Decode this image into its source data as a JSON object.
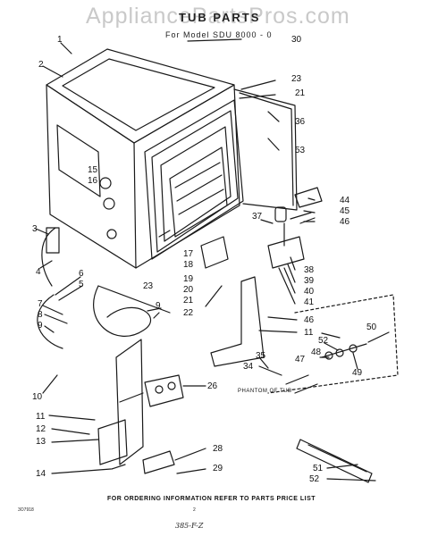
{
  "watermark": "AppliancePartsPros.com",
  "title": "TUB PARTS",
  "subtitle": "For Model SDU 8000 - 0",
  "phantom_label": "PHANTOM OF TUB",
  "footer": "FOR ORDERING INFORMATION REFER TO PARTS PRICE LIST",
  "page_number": "2",
  "corner_code": "3O7918",
  "handwritten": "385-F-Z",
  "callouts": {
    "c1": "1",
    "c2": "2",
    "c3": "3",
    "c4": "4",
    "c5": "5",
    "c6": "6",
    "c7": "7",
    "c8": "8",
    "c9a": "9",
    "c10": "10",
    "c11a": "11",
    "c12": "12",
    "c13": "13",
    "c14": "14",
    "c15": "15",
    "c16": "16",
    "c17": "17",
    "c18": "18",
    "c19": "19",
    "c20": "20",
    "c21a": "21",
    "c22": "22",
    "c23a": "23",
    "c9b": "9",
    "c30": "30",
    "c23b": "23",
    "c21b": "21",
    "c36": "36",
    "c53": "53",
    "c44": "44",
    "c45": "45",
    "c46a": "46",
    "c37": "37",
    "c38": "38",
    "c39": "39",
    "c40": "40",
    "c41": "41",
    "c46b": "46",
    "c11b": "11",
    "c50": "50",
    "c52a": "52",
    "c48": "48",
    "c47": "47",
    "c49": "49",
    "c35": "35",
    "c34": "34",
    "c26": "26",
    "c28": "28",
    "c29": "29",
    "c51": "51",
    "c52b": "52"
  }
}
